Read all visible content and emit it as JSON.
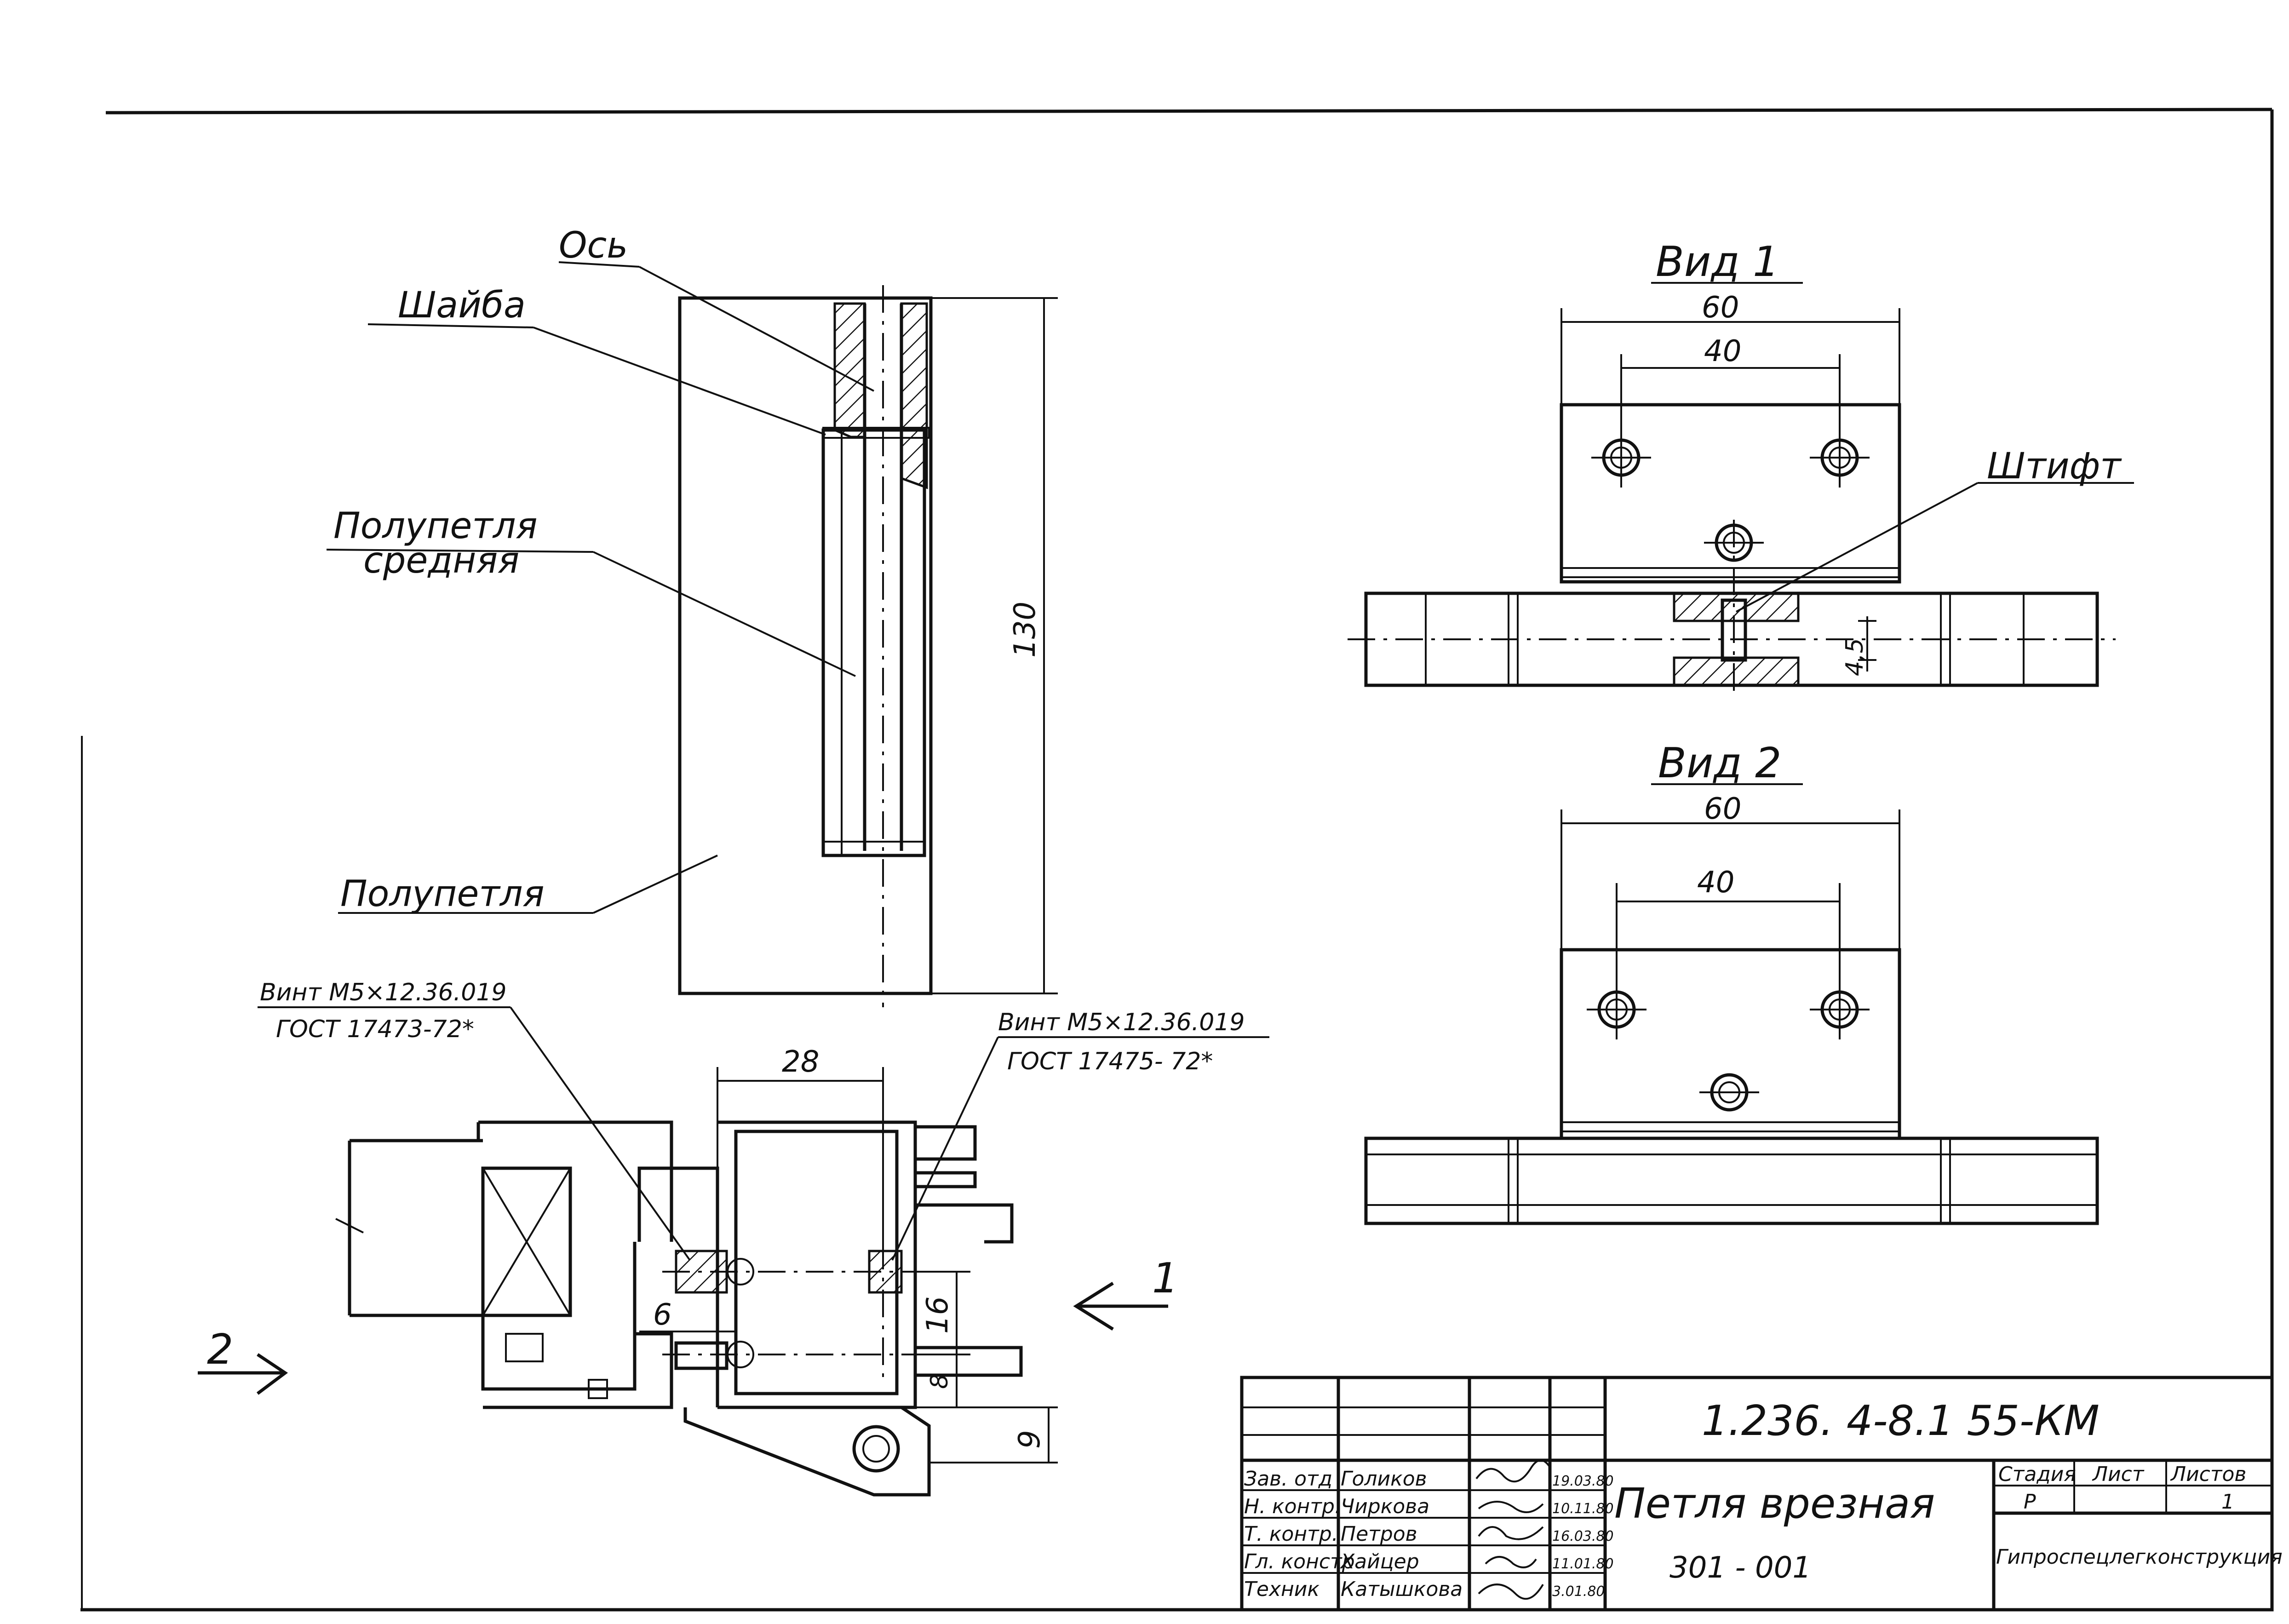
{
  "labels": {
    "axis": "Ось",
    "washer": "Шайба",
    "half_loop_middle_1": "Полупетля",
    "half_loop_middle_2": "средняя",
    "half_loop": "Полупетля",
    "pin": "Штифт",
    "screw_left_1": "Винт М5×12.36.019",
    "screw_left_2": "ГОСТ 17473-72*",
    "screw_right_1": "Винт М5×12.36.019",
    "screw_right_2": "ГОСТ 17475- 72*",
    "view1": "Вид 1",
    "view2": "Вид 2",
    "arrow1": "1",
    "arrow2": "2"
  },
  "dimensions": {
    "height_130": "130",
    "v1_60": "60",
    "v1_40": "40",
    "v1_45": "4,5",
    "v2_60": "60",
    "v2_40": "40",
    "d28": "28",
    "d6": "6",
    "d16": "16",
    "d8": "8",
    "d9": "9"
  },
  "title_block": {
    "code": "1.236. 4-8.1    55-КМ",
    "name": "Петля  врезная",
    "number": "301 - 001",
    "stage_hdr": "Стадия",
    "sheet_hdr": "Лист",
    "sheets_hdr": "Листов",
    "stage": "Р",
    "sheets": "1",
    "org": "Гипроспецлегконструкция",
    "rows": [
      {
        "role": "Зав. отд",
        "name": "Голиков",
        "date": "19.03.80"
      },
      {
        "role": "Н. контр.",
        "name": "Чиркова",
        "date": "10.11.80"
      },
      {
        "role": "Т. контр.",
        "name": "Петров",
        "date": "16.03.80"
      },
      {
        "role": "Гл. констр",
        "name": "Хайцер",
        "date": "11.01.80"
      },
      {
        "role": "Техник",
        "name": "Катышкова",
        "date": "3.01.80"
      }
    ]
  }
}
